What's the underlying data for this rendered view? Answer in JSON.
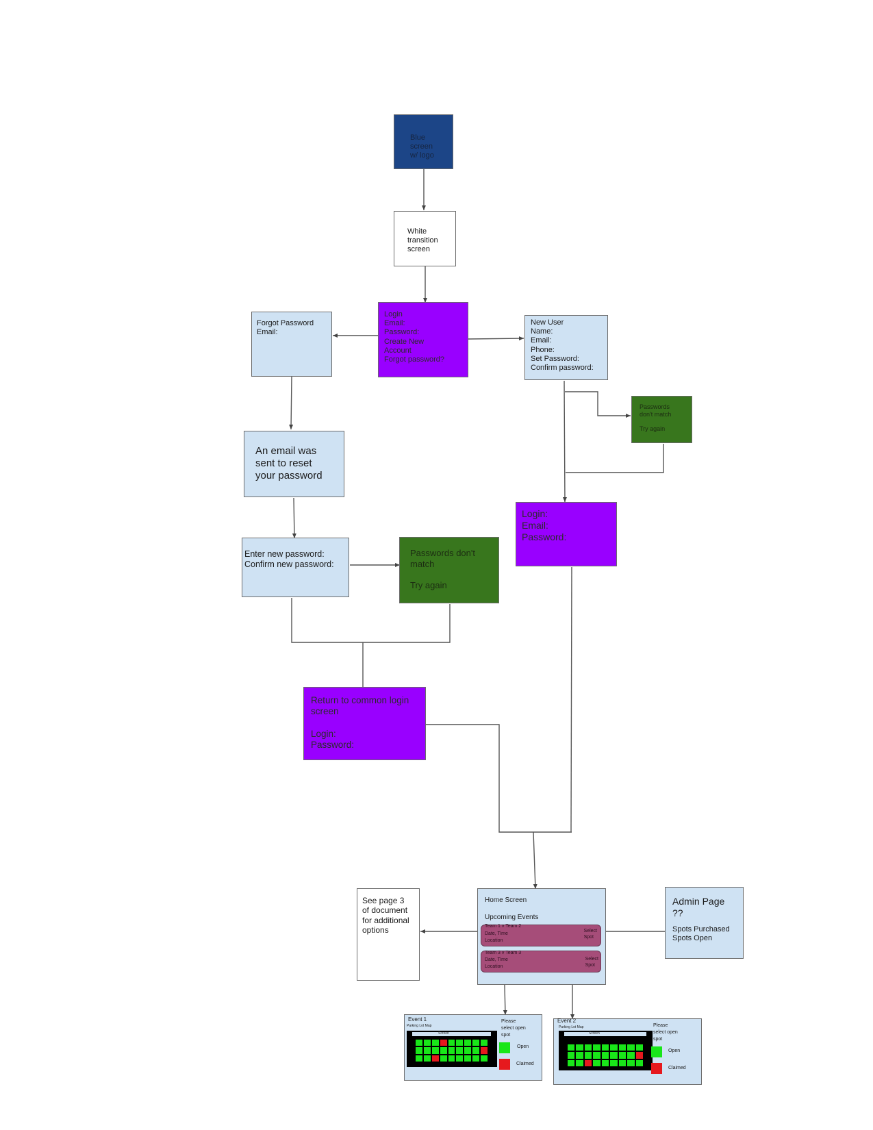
{
  "nodes": {
    "splash": [
      "Blue",
      "screen",
      "w/ logo"
    ],
    "transition": [
      "White",
      "transition",
      "screen"
    ],
    "login": [
      "Login",
      "Email:",
      "Password:",
      "Create New",
      "Account",
      "Forgot password?"
    ],
    "forgot": [
      "Forgot Password",
      "Email:"
    ],
    "new_user": [
      "New User",
      "Name:",
      "Email:",
      "Phone:",
      "Set Password:",
      "Confirm password:"
    ],
    "mismatch_small": [
      "Passwords",
      "don't match",
      "",
      "Try again"
    ],
    "email_sent": [
      "An email was",
      "sent to reset",
      "your password"
    ],
    "enter_new": [
      "Enter new password:",
      "Confirm new password:"
    ],
    "mismatch_big": [
      "Passwords don't",
      "match",
      "",
      "Try again"
    ],
    "login2": [
      "Login:",
      "Email:",
      "Password:"
    ],
    "return_login": [
      "Return to common login",
      "screen",
      "",
      "Login:",
      "Password:"
    ],
    "see_page": [
      "See page 3",
      "of document",
      "for additional",
      "options"
    ],
    "admin": [
      "Admin Page",
      "??",
      "",
      "Spots Purchased",
      "Spots Open"
    ]
  },
  "home": {
    "title": "Home Screen",
    "subtitle": "Upcoming Events",
    "events": [
      {
        "teams": "Team 1 v Team 2",
        "when": "Date, Time",
        "where": "Location",
        "action": [
          "Select",
          "Spot"
        ]
      },
      {
        "teams": "Team 3 v Team 3",
        "when": "Date, Time",
        "where": "Location",
        "action": [
          "Select",
          "Spot"
        ]
      }
    ]
  },
  "event_screens": [
    {
      "title": "Event 1",
      "subtitle": "Parking Lot Map",
      "screen_label": "Screen",
      "prompt": [
        "Please",
        "select open",
        "spot"
      ],
      "legend_open": "Open",
      "legend_claimed": "Claimed",
      "colors": {
        "open": "#19e619",
        "claimed": "#e6191e"
      }
    },
    {
      "title": "Event 2",
      "subtitle": "Parking Lot Map",
      "screen_label": "Screen",
      "prompt": [
        "Please",
        "select open",
        "spot"
      ],
      "legend_open": "Open",
      "legend_claimed": "Claimed",
      "colors": {
        "open": "#19e619",
        "claimed": "#e6191e"
      }
    }
  ],
  "colors": {
    "dark_blue": "#1c4587",
    "light_blue": "#cfe2f3",
    "purple": "#9900ff",
    "green": "#38761d",
    "event_card": "#a64d79"
  }
}
